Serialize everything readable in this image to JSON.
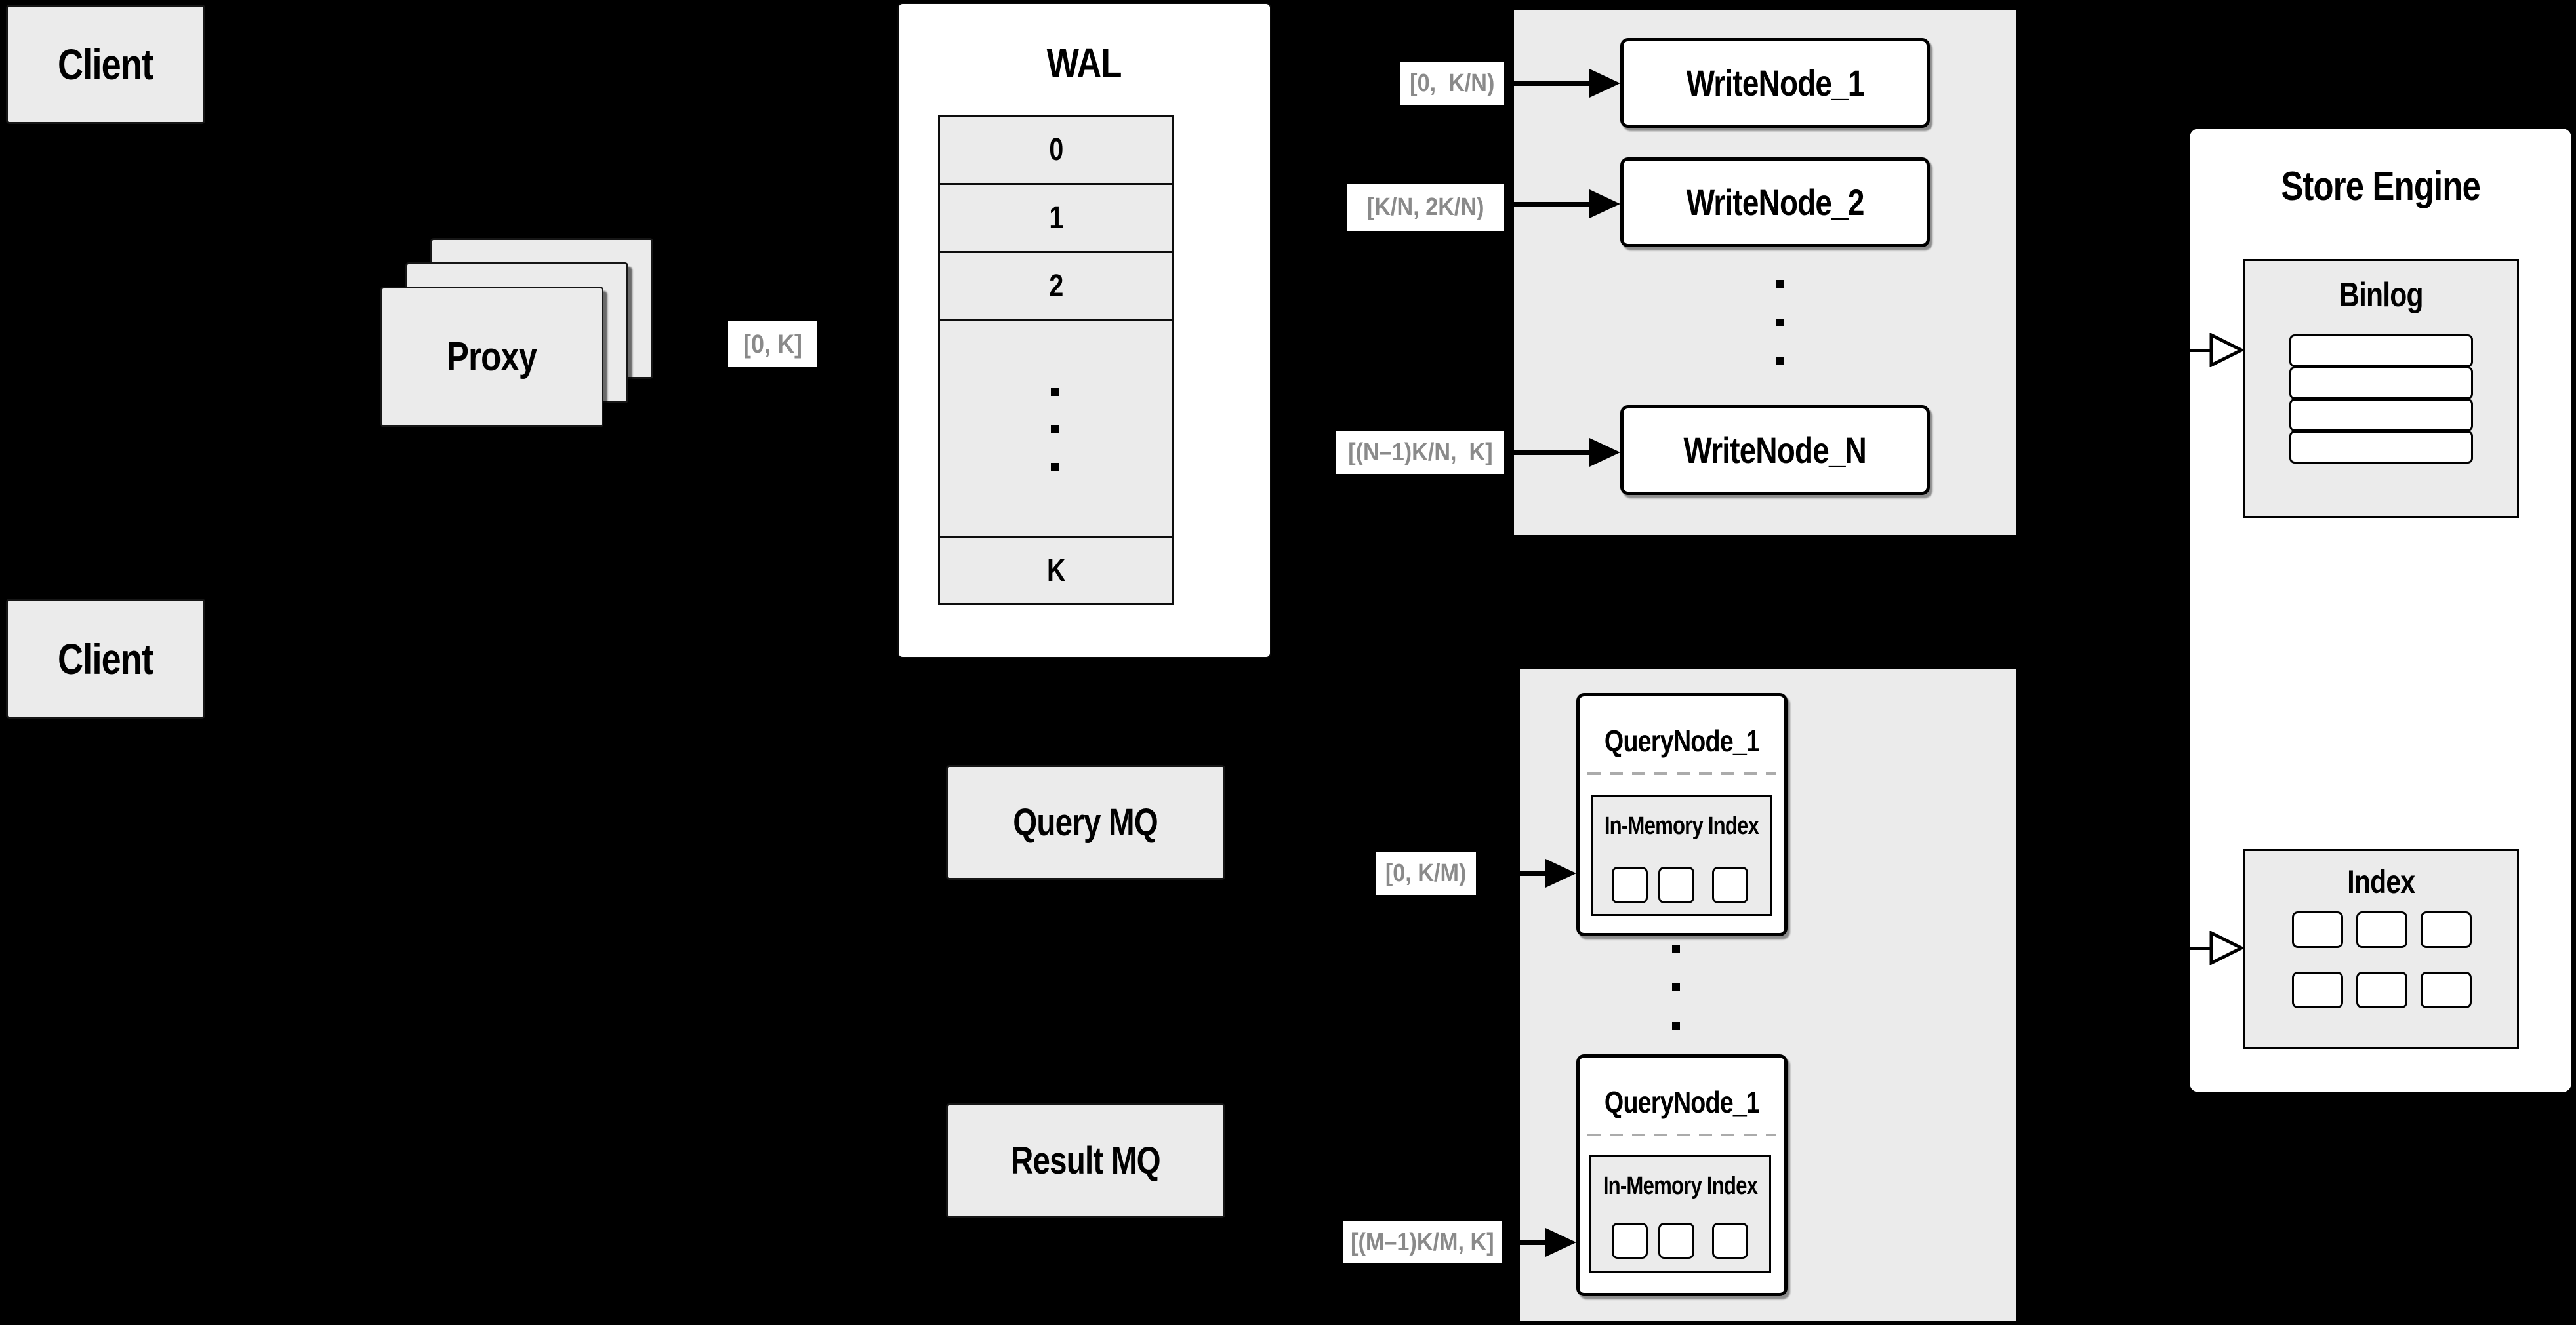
{
  "colors": {
    "background": "#000000",
    "box_gray": "#ebebeb",
    "panel_white": "#ffffff",
    "label_text_gray": "#8a8a8a",
    "line_black": "#000000"
  },
  "clients": {
    "top": "Client",
    "bottom": "Client"
  },
  "proxy": {
    "label": "Proxy"
  },
  "ranges": {
    "proxy_to_wal": "[0, K]",
    "wal_to_write_1": "[0,  K/N)",
    "wal_to_write_2": "[K/N, 2K/N)",
    "wal_to_write_n": "[(N–1)K/N,  K]",
    "mq_to_query_1": "[0, K/M)",
    "mq_to_query_2": "[(M–1)K/M, K]"
  },
  "wal": {
    "title": "WAL",
    "rows": [
      "0",
      "1",
      "2"
    ],
    "tail_row": "K"
  },
  "write_nodes": {
    "node_1": "WriteNode_1",
    "node_2": "WriteNode_2",
    "node_n": "WriteNode_N"
  },
  "mq": {
    "query": "Query MQ",
    "result": "Result MQ"
  },
  "query_nodes": {
    "node_1": {
      "title": "QueryNode_1",
      "index_label": "In-Memory Index"
    },
    "node_2": {
      "title": "QueryNode_1",
      "index_label": "In-Memory Index"
    }
  },
  "store": {
    "title": "Store Engine",
    "binlog_title": "Binlog",
    "index_title": "Index"
  }
}
